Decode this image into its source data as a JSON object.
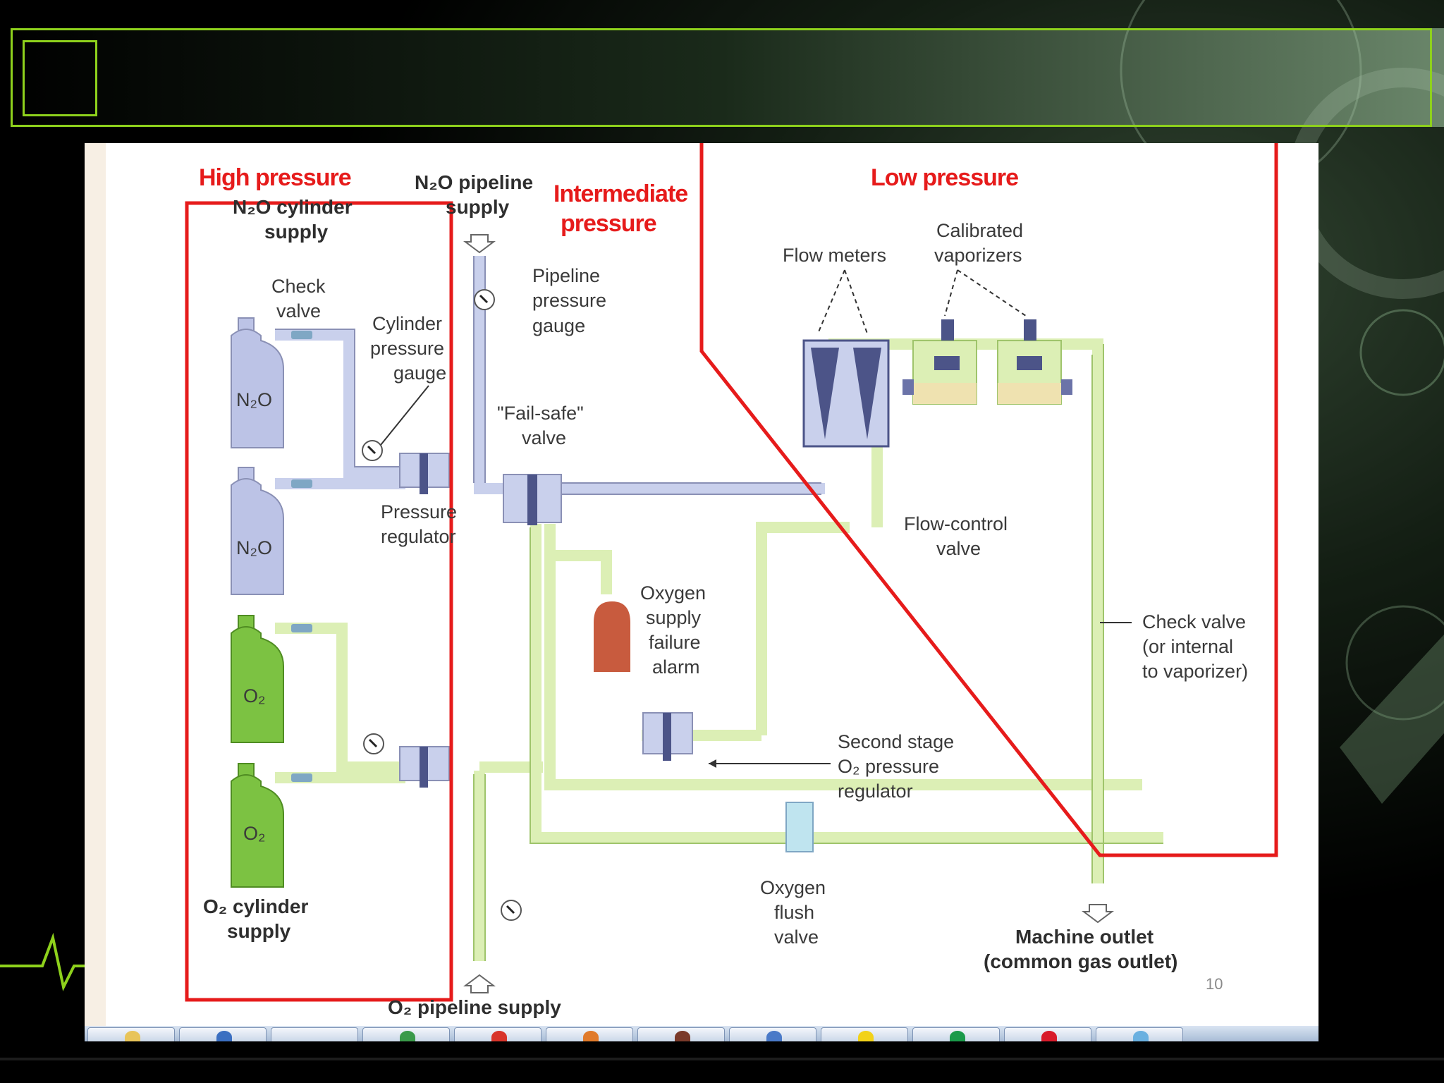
{
  "slide": {
    "title": "",
    "page_number": "10",
    "accent_color": "#8ed11c",
    "zone_color": "#e61b1b"
  },
  "zones": {
    "high": "High pressure",
    "intermediate_1": "Intermediate",
    "intermediate_2": "pressure",
    "low": "Low pressure"
  },
  "labels": {
    "n2o_pipeline_1": "N₂O pipeline",
    "n2o_pipeline_2": "supply",
    "n2o_cyl_1": "N₂O cylinder",
    "n2o_cyl_2": "supply",
    "check_valve_1": "Check",
    "check_valve_2": "valve",
    "cyl_gauge_1": "Cylinder",
    "cyl_gauge_2": "pressure",
    "cyl_gauge_3": "gauge",
    "pipe_gauge_1": "Pipeline",
    "pipe_gauge_2": "pressure",
    "pipe_gauge_3": "gauge",
    "failsafe_1": "\"Fail-safe\"",
    "failsafe_2": "valve",
    "press_reg_1": "Pressure",
    "press_reg_2": "regulator",
    "flow_meters": "Flow meters",
    "vaporizers_1": "Calibrated",
    "vaporizers_2": "vaporizers",
    "flow_control_1": "Flow-control",
    "flow_control_2": "valve",
    "o2_alarm_1": "Oxygen",
    "o2_alarm_2": "supply",
    "o2_alarm_3": "failure",
    "o2_alarm_4": "alarm",
    "check_valve_r1": "Check valve",
    "check_valve_r2": "(or internal",
    "check_valve_r3": "to vaporizer)",
    "second_stage_1": "Second stage",
    "second_stage_2": "O₂ pressure",
    "second_stage_3": "regulator",
    "flush_1": "Oxygen",
    "flush_2": "flush",
    "flush_3": "valve",
    "o2_cyl_1": "O₂ cylinder",
    "o2_cyl_2": "supply",
    "machine_outlet_1": "Machine outlet",
    "machine_outlet_2": "(common gas outlet)",
    "o2_pipeline": "O₂ pipeline supply",
    "cyl_n2o_top": "N₂O",
    "cyl_n2o_bottom": "N₂O",
    "cyl_o2_top": "O₂",
    "cyl_o2_bottom": "O₂"
  },
  "colors": {
    "n2o_pipe": "#c9d0ec",
    "o2_pipe": "#dcefb5",
    "o2_cylinder": "#7cc242",
    "n2o_cylinder": "#bcc3e6",
    "alarm": "#c85b3e"
  },
  "taskbar": {
    "buttons": [
      "folder-icon",
      "window-icon",
      "blank",
      "chart-icon",
      "ball-icon",
      "slides-icon",
      "app-icon",
      "monitor-icon",
      "smiley-icon",
      "globe-icon",
      "red-icon",
      "tool-icon"
    ]
  }
}
